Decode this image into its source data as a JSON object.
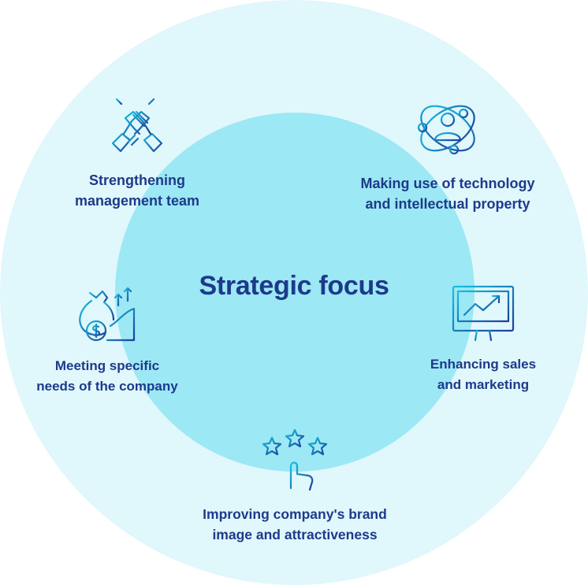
{
  "title": "Strategic focus",
  "colors": {
    "outer_circle": "#e0f7fc",
    "inner_circle": "#9ce8f5",
    "text": "#1d3a8a",
    "icon_gradient_start": "#18c0e0",
    "icon_gradient_end": "#1c3f98"
  },
  "items": [
    {
      "icon": "handshake-icon",
      "line1": "Strengthening",
      "line2": "management team"
    },
    {
      "icon": "atom-technology-icon",
      "line1": "Making use of technology",
      "line2": "and intellectual property"
    },
    {
      "icon": "money-bag-growth-icon",
      "line1": "Meeting specific",
      "line2": "needs of the company"
    },
    {
      "icon": "monitor-chart-icon",
      "line1": "Enhancing sales",
      "line2": "and marketing"
    },
    {
      "icon": "star-rating-hand-icon",
      "line1": "Improving company's brand",
      "line2": "image and attractiveness"
    }
  ]
}
